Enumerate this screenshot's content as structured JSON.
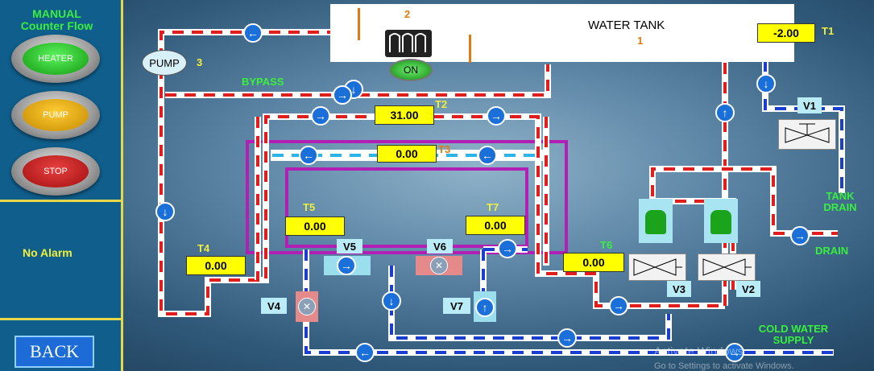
{
  "mode": {
    "title_line1": "MANUAL",
    "title_line2": "Counter Flow"
  },
  "buttons": {
    "heater": "HEATER",
    "pump": "PUMP",
    "stop": "STOP",
    "back": "BACK"
  },
  "alarm": "No Alarm",
  "tank": {
    "title": "WATER TANK",
    "num_tank": "1",
    "num_heater": "2",
    "heater_state": "ON"
  },
  "pump": {
    "label": "PUMP",
    "num": "3"
  },
  "labels": {
    "bypass": "BYPASS",
    "tank_drain": "TANK\nDRAIN",
    "drain": "DRAIN",
    "cold_water_supply": "COLD WATER\nSUPPLY"
  },
  "temps": {
    "t1": {
      "label": "T1",
      "value": "-2.00"
    },
    "t2": {
      "label": "T2",
      "value": "31.00"
    },
    "t3": {
      "label": "T3",
      "value": "0.00"
    },
    "t4": {
      "label": "T4",
      "value": "0.00"
    },
    "t5": {
      "label": "T5",
      "value": "0.00"
    },
    "t6": {
      "label": "T6",
      "value": "0.00"
    },
    "t7": {
      "label": "T7",
      "value": "0.00"
    }
  },
  "valves": {
    "v1": "V1",
    "v2": "V2",
    "v3": "V3",
    "v4": "V4",
    "v5": "V5",
    "v6": "V6",
    "v7": "V7"
  },
  "watermark": {
    "line1": "Activate Windows",
    "line2": "Go to Settings to activate Windows."
  },
  "colors": {
    "hot_dash": "#e01e1e",
    "cold_dash": "#1a3fd0",
    "pipe": "#ffffff",
    "heat_loop": "#b21fb5"
  }
}
